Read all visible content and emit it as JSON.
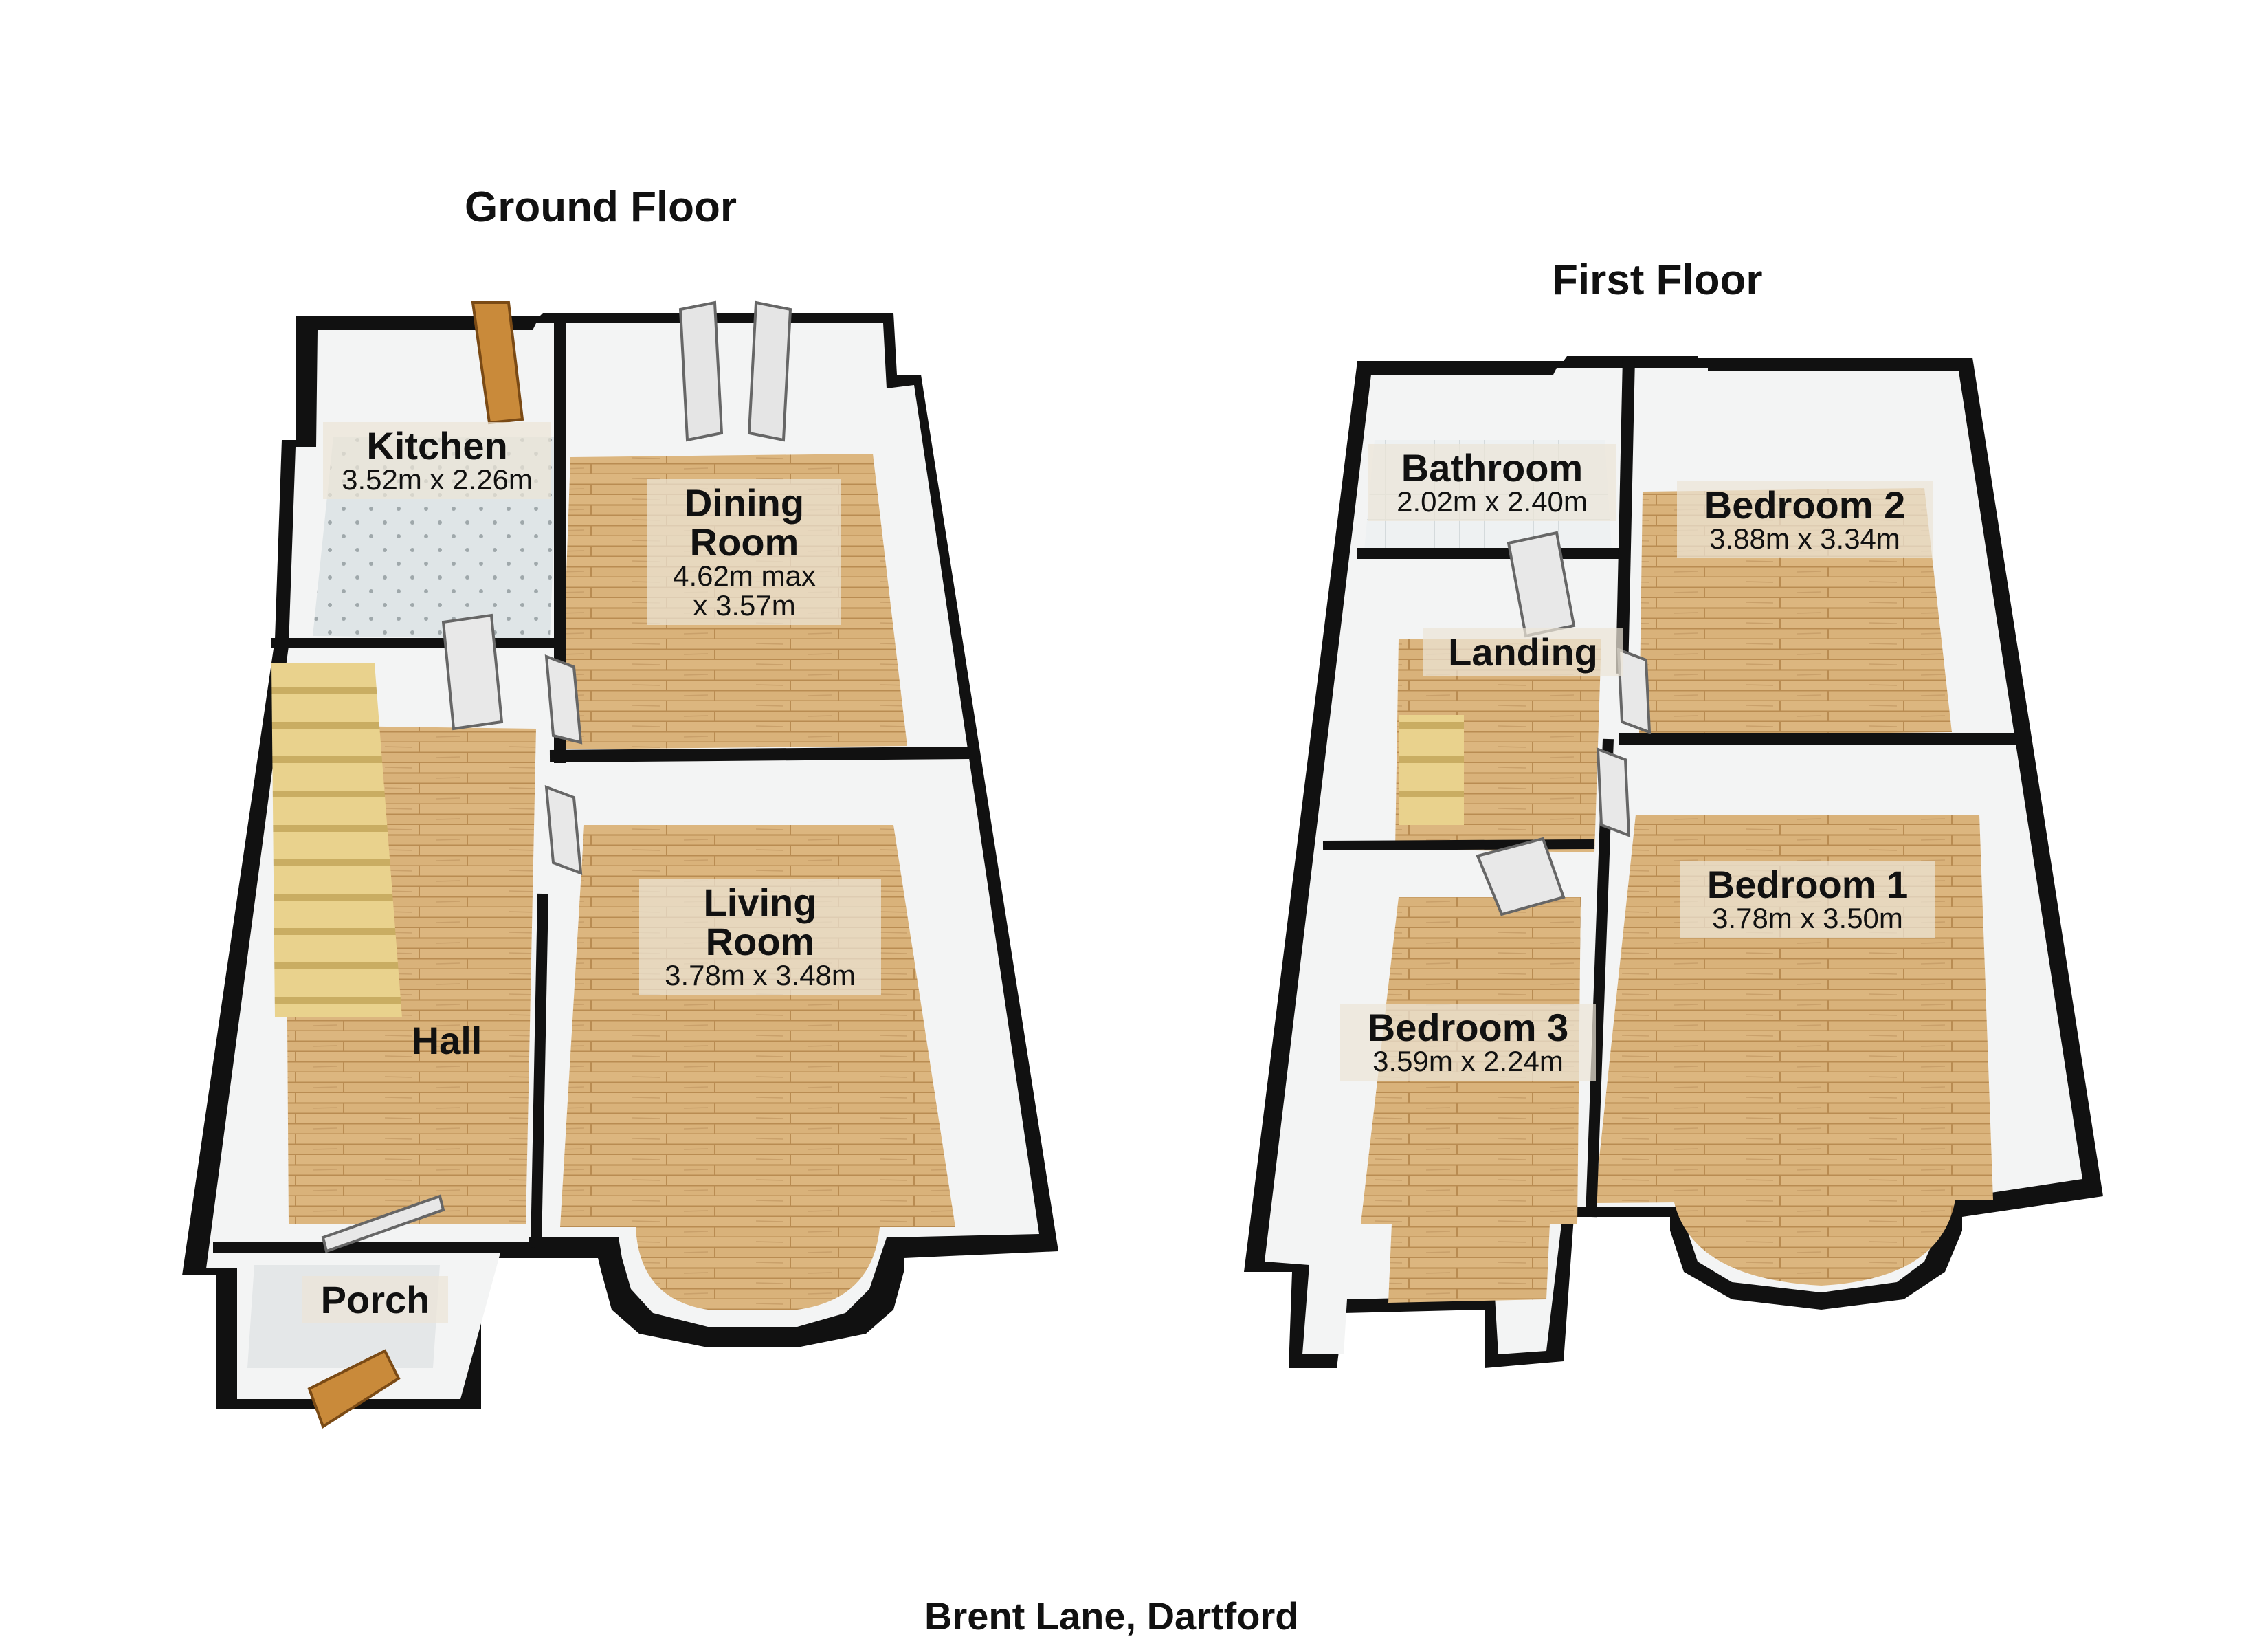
{
  "floors": {
    "ground": {
      "title": "Ground Floor",
      "rooms": {
        "kitchen": {
          "name": "Kitchen",
          "dims": "3.52m x 2.26m"
        },
        "dining": {
          "name1": "Dining",
          "name2": "Room",
          "dims1": "4.62m max",
          "dims2": "x 3.57m"
        },
        "living": {
          "name1": "Living",
          "name2": "Room",
          "dims": "3.78m x 3.48m"
        },
        "hall": {
          "name": "Hall"
        },
        "porch": {
          "name": "Porch"
        }
      }
    },
    "first": {
      "title": "First Floor",
      "rooms": {
        "bathroom": {
          "name": "Bathroom",
          "dims": "2.02m x 2.40m"
        },
        "bedroom2": {
          "name": "Bedroom 2",
          "dims": "3.88m x 3.34m"
        },
        "landing": {
          "name": "Landing"
        },
        "bedroom1": {
          "name": "Bedroom 1",
          "dims": "3.78m x 3.50m"
        },
        "bedroom3": {
          "name": "Bedroom 3",
          "dims": "3.59m x 2.24m"
        }
      }
    }
  },
  "address": "Brent Lane, Dartford",
  "colors": {
    "wall": "#111111",
    "floor_wood": "#d9b27a",
    "tile": "#dfe5e7",
    "inner_wall": "#f4f5f5",
    "stairs": "#e8cf8a"
  }
}
